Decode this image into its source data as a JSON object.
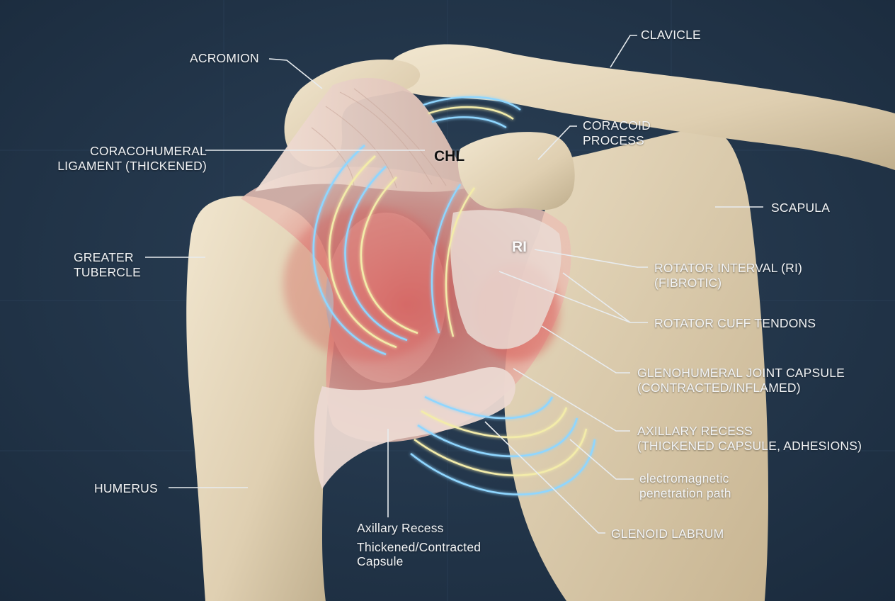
{
  "labels": {
    "acromion": "ACROMION",
    "clavicle": "CLAVICLE",
    "coracoid": [
      "CORACOID",
      "PROCESS"
    ],
    "chl_label": [
      "CORACOHUMERAL",
      "LIGAMENT (THICKENED)"
    ],
    "scapula": "SCAPULA",
    "greater_tubercle": [
      "GREATER",
      "TUBERCLE"
    ],
    "rotator_interval": [
      "ROTATOR INTERVAL (RI)",
      "(FIBROTIC)"
    ],
    "rotator_cuff": "ROTATOR CUFF TENDONS",
    "gh_capsule": [
      "GLENOHUMERAL JOINT CAPSULE",
      "(CONTRACTED/INFLAMED)"
    ],
    "axillary_recess_right": [
      "AXILLARY RECESS",
      "(THICKENED CAPSULE, ADHESIONS)"
    ],
    "em_path": [
      "electromagnetic",
      "penetration path"
    ],
    "humerus": "HUMERUS",
    "glenoid_labrum": "GLENOID LABRUM",
    "axillary_recess_bottom": [
      "Axillary Recess",
      "Thickened/Contracted",
      "Capsule"
    ]
  },
  "inline_tags": {
    "chl": "CHL",
    "ri": "RI"
  },
  "colors": {
    "background": "#22344a",
    "bone": "#e6d8bf",
    "tissue_inflamed": "#d8706e",
    "tendon": "#ead6cf",
    "wave_yellow": "#f3ecaa",
    "wave_blue": "#8fd6ff",
    "leader_line": "#e8ecef",
    "label_text": "#f2f4f6"
  }
}
